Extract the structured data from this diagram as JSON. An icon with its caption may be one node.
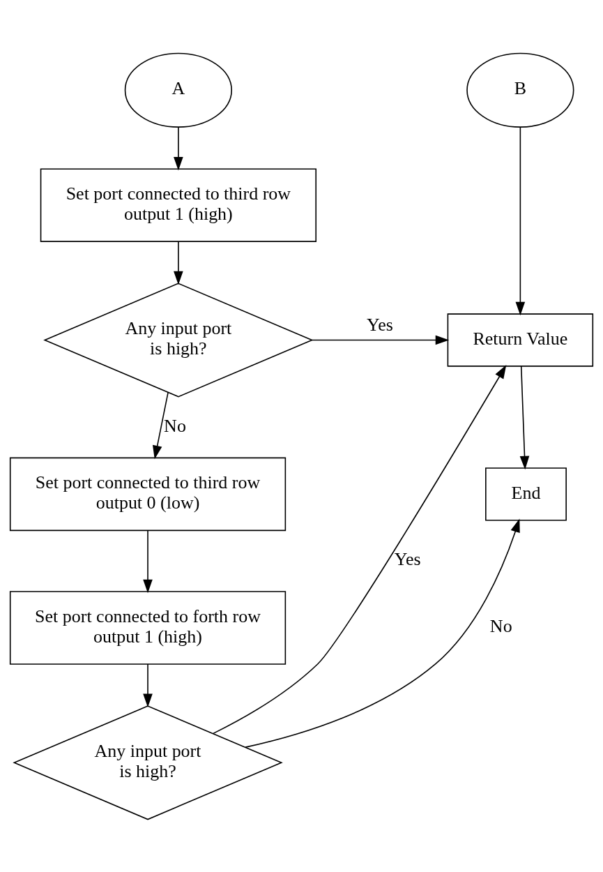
{
  "diagram": {
    "nodes": [
      {
        "text": [
          "A"
        ]
      },
      {
        "text": [
          "Set port connected to third row output 1 (high)"
        ]
      },
      {
        "text": [
          "Any input port is high?"
        ]
      },
      {
        "text": [
          "Set port connected to third row output 0 (low)"
        ]
      },
      {
        "text": [
          "Set port connected to forth row output 1 (high)"
        ]
      },
      {
        "text": [
          "Any input port is high?"
        ]
      },
      {
        "text": [
          "B"
        ]
      },
      {
        "text": [
          "Return Value"
        ]
      },
      {
        "text": [
          "End"
        ]
      }
    ],
    "edges": [
      {
        "from": 0,
        "to": 1,
        "arrow": "to"
      },
      {
        "from": 1,
        "to": 2,
        "arrow": "to"
      },
      {
        "from": 2,
        "to": 7,
        "arrow": "to",
        "label": "Yes"
      },
      {
        "from": 2,
        "to": 3,
        "arrow": "to",
        "label": "No"
      },
      {
        "from": 3,
        "to": 4,
        "arrow": "to"
      },
      {
        "from": 4,
        "to": 5,
        "arrow": "to"
      },
      {
        "from": 5,
        "to": 7,
        "arrow": "to",
        "label": "Yes"
      },
      {
        "from": 5,
        "to": 8,
        "arrow": "to",
        "label": "No"
      },
      {
        "from": 6,
        "to": 7,
        "arrow": "to"
      },
      {
        "from": 7,
        "to": 8,
        "arrow": "to"
      }
    ]
  }
}
